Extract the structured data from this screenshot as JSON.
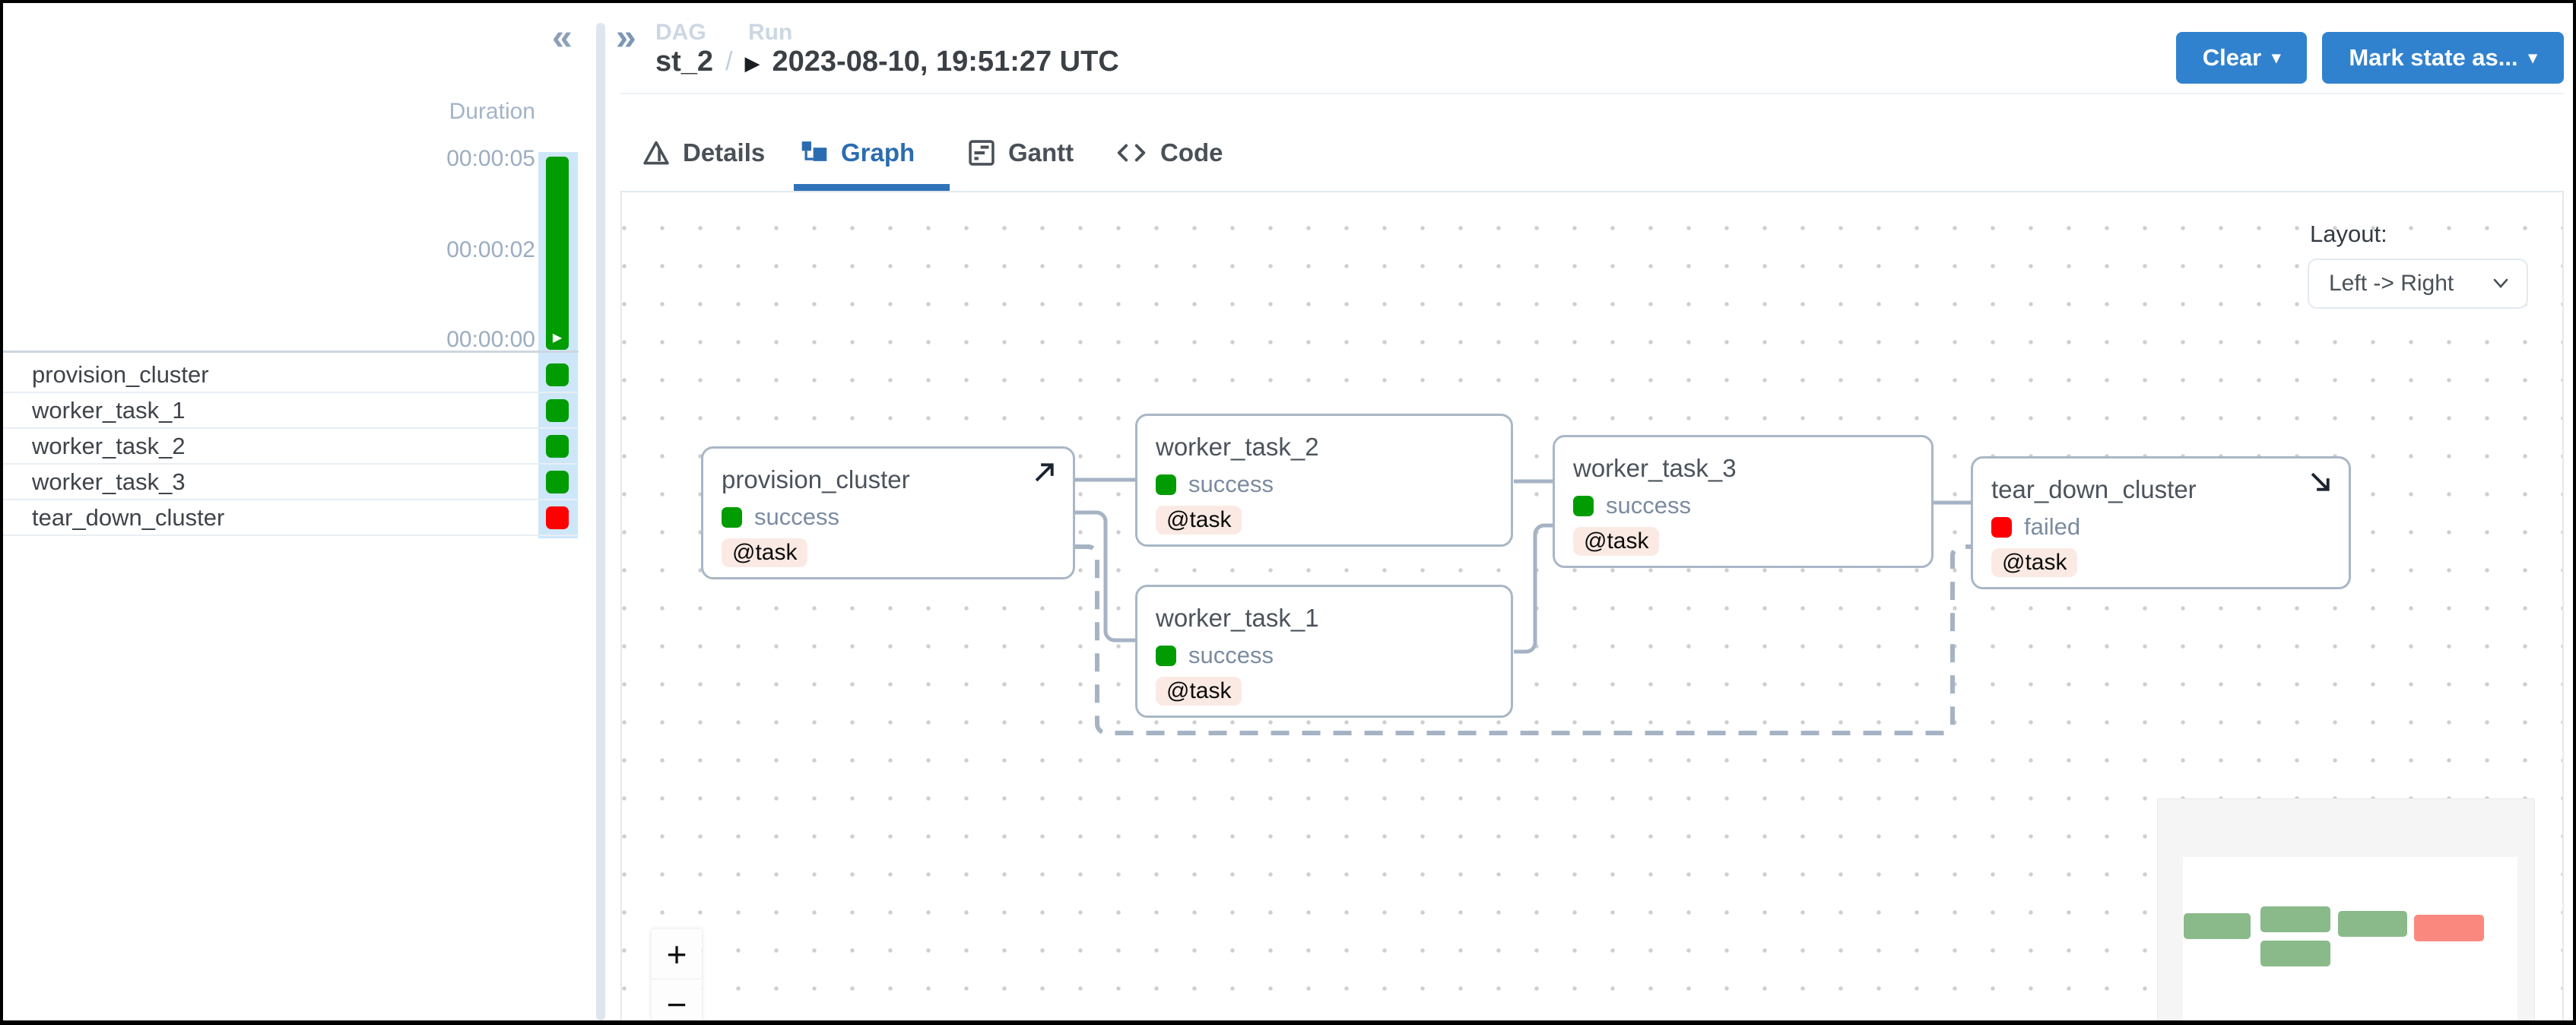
{
  "left_panel": {
    "collapse_icon": "«",
    "duration_label": "Duration",
    "axis_ticks": [
      "00:00:05",
      "00:00:02",
      "00:00:00"
    ],
    "run_bar": {
      "state": "success",
      "play_icon": "▶"
    },
    "tasks": [
      {
        "name": "provision_cluster",
        "state": "success"
      },
      {
        "name": "worker_task_1",
        "state": "success"
      },
      {
        "name": "worker_task_2",
        "state": "success"
      },
      {
        "name": "worker_task_3",
        "state": "success"
      },
      {
        "name": "tear_down_cluster",
        "state": "failed"
      }
    ]
  },
  "header": {
    "expand_icon": "»",
    "breadcrumb": {
      "dag_label": "DAG",
      "run_label": "Run",
      "dag_id": "st_2",
      "separator": "/",
      "run_type_icon": "▶",
      "run_id": "2023-08-10, 19:51:27 UTC"
    },
    "actions": {
      "clear": "Clear",
      "mark_state": "Mark state as...",
      "caret": "▾"
    }
  },
  "tabs": [
    {
      "label": "Details",
      "active": false
    },
    {
      "label": "Graph",
      "active": true
    },
    {
      "label": "Gantt",
      "active": false
    },
    {
      "label": "Code",
      "active": false
    }
  ],
  "graph": {
    "layout_label": "Layout:",
    "layout_selected": "Left -> Right",
    "zoom_in_label": "+",
    "zoom_out_label": "−",
    "nodes": [
      {
        "label": "provision_cluster",
        "state": "success",
        "state_label": "success",
        "badge": "@task",
        "arrow": "up-right"
      },
      {
        "label": "worker_task_2",
        "state": "success",
        "state_label": "success",
        "badge": "@task",
        "arrow": ""
      },
      {
        "label": "worker_task_1",
        "state": "success",
        "state_label": "success",
        "badge": "@task",
        "arrow": ""
      },
      {
        "label": "worker_task_3",
        "state": "success",
        "state_label": "success",
        "badge": "@task",
        "arrow": ""
      },
      {
        "label": "tear_down_cluster",
        "state": "failed",
        "state_label": "failed",
        "badge": "@task",
        "arrow": "down-right"
      }
    ],
    "edges": [
      {
        "from": "provision_cluster",
        "to": "worker_task_2",
        "style": "solid"
      },
      {
        "from": "provision_cluster",
        "to": "worker_task_1",
        "style": "solid"
      },
      {
        "from": "provision_cluster",
        "to": "tear_down_cluster",
        "style": "dashed"
      },
      {
        "from": "worker_task_2",
        "to": "worker_task_3",
        "style": "solid"
      },
      {
        "from": "worker_task_1",
        "to": "worker_task_3",
        "style": "solid"
      },
      {
        "from": "worker_task_3",
        "to": "tear_down_cluster",
        "style": "solid"
      }
    ],
    "minimap_states": [
      "success",
      "success",
      "success",
      "success",
      "failed"
    ]
  },
  "colors": {
    "success": "#019c01",
    "failed": "#fe0000",
    "primary_button": "#3182ce",
    "active_tab": "#2b6cb0",
    "node_border": "#a9b7c6",
    "edge": "#a5b3c4",
    "badge_bg": "#fbeae4",
    "selected_column": "#cde7f9",
    "minimap_success": "#8aba8a",
    "minimap_failed": "#fb887e"
  }
}
